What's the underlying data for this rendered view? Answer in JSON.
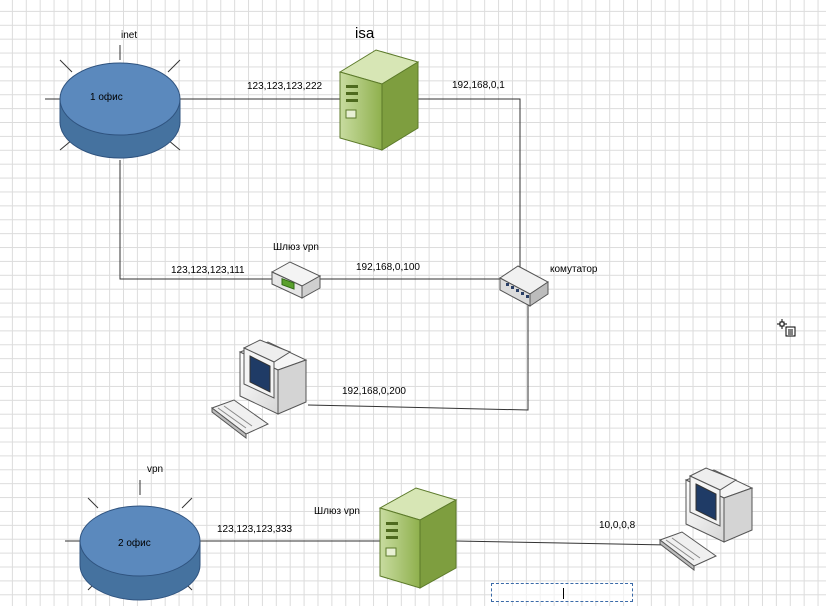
{
  "labels": {
    "inet": "inet",
    "office1": "1 офис",
    "isa": "isa",
    "ip_office1_isa": "123,123,123,222",
    "ip_isa_switch": "192,168,0,1",
    "gateway1": "Шлюз vpn",
    "ip_office1_gw": "123,123,123,111",
    "ip_gw_switch": "192,168,0,100",
    "switch": "комутатор",
    "ip_pc1": "192,168,0,200",
    "vpn": "vpn",
    "office2": "2 офис",
    "gateway2": "Шлюз vpn",
    "ip_office2_gw": "123,123,123,333",
    "ip_pc2": "10,0,0,8"
  },
  "text_box": {
    "value": ""
  },
  "colors": {
    "cloud_fill": "#5b89bd",
    "cloud_stroke": "#2f537f",
    "server_fill": "#9fbf5f",
    "server_dark": "#6d8c36",
    "line": "#333333",
    "grid": "#dcdcdc"
  }
}
